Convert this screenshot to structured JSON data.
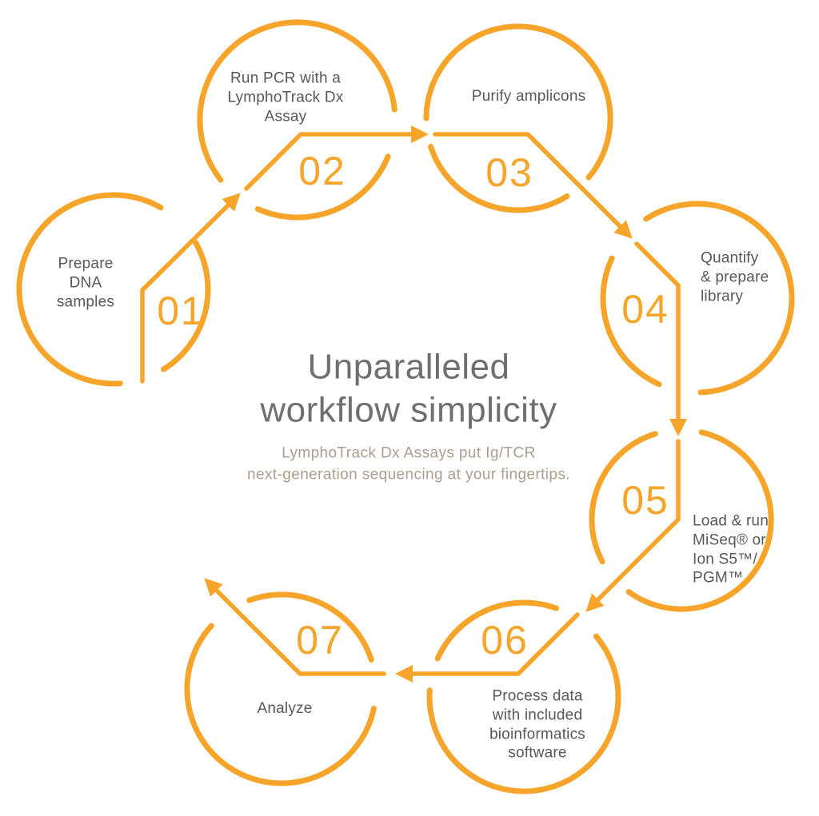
{
  "title": "Unparalleled\nworkflow simplicity",
  "subtitle": "LymphoTrack Dx Assays put Ig/TCR\nnext-generation sequencing at your fingertips.",
  "colors": {
    "orange": "#F7A42A",
    "title_gray": "#6E6F72",
    "subtitle_tan": "#AB9E8F",
    "label_gray": "#57585A"
  },
  "steps": [
    {
      "number": "01",
      "label": "Prepare\nDNA\nsamples"
    },
    {
      "number": "02",
      "label": "Run PCR with a\nLymphoTrack Dx\nAssay"
    },
    {
      "number": "03",
      "label": "Purify amplicons"
    },
    {
      "number": "04",
      "label": "Quantify\n& prepare\nlibrary"
    },
    {
      "number": "05",
      "label": "Load & run\nMiSeq® or\nIon S5™/\nPGM™"
    },
    {
      "number": "06",
      "label": "Process data\nwith included\nbioinformatics\nsoftware"
    },
    {
      "number": "07",
      "label": "Analyze"
    }
  ]
}
